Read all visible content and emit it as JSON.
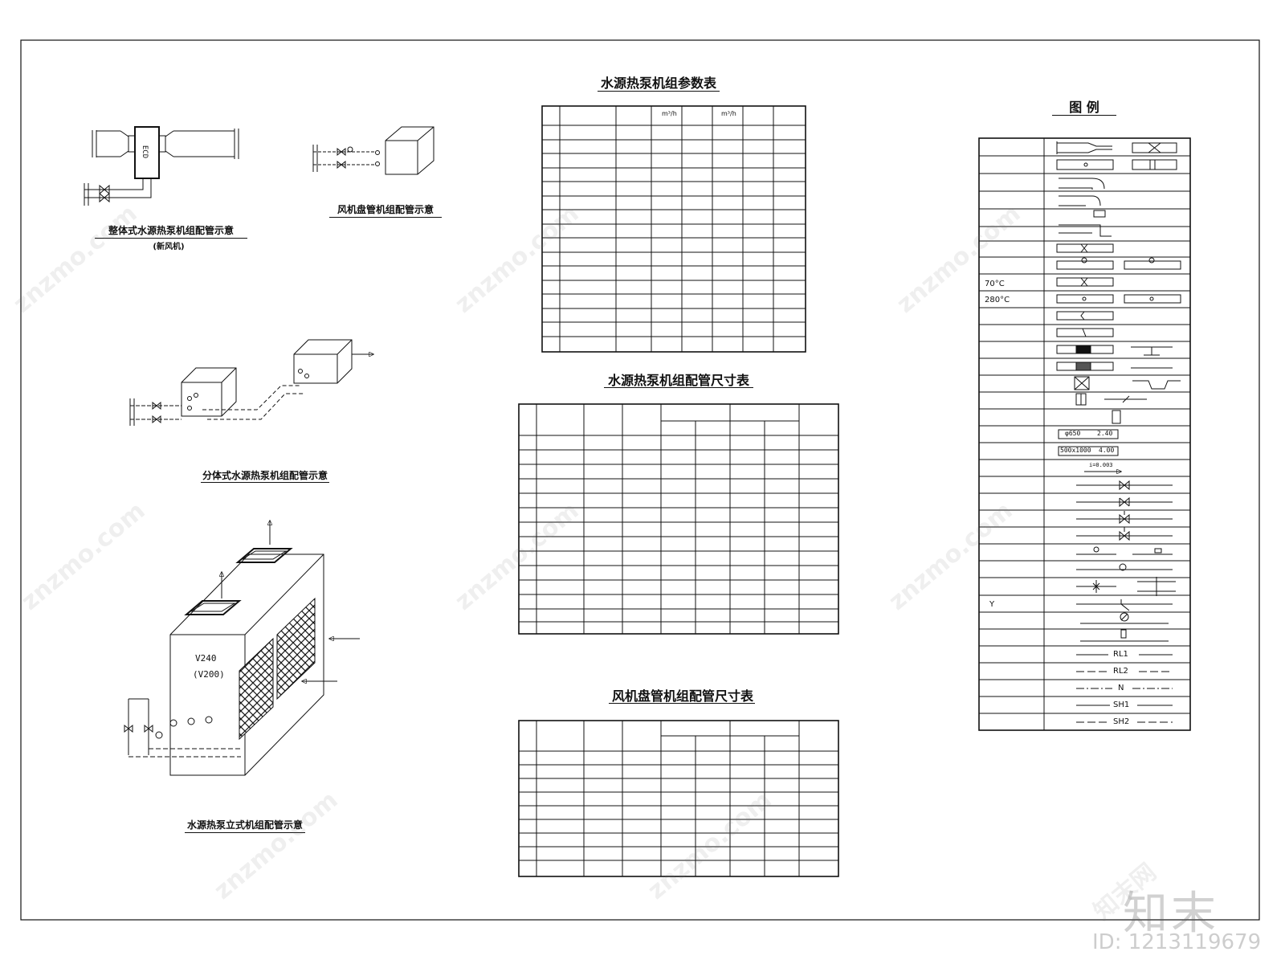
{
  "titles": {
    "integrated_unit": "整体式水源热泵机组配管示意",
    "integrated_unit_sub": "(新风机)",
    "fan_coil": "风机盘管机组配管示意",
    "split_unit": "分体式水源热泵机组配管示意",
    "vertical_unit": "水源热泵立式机组配管示意",
    "param_table": "水源热泵机组参数表",
    "pipe_size_table": "水源热泵机组配管尺寸表",
    "fcu_pipe_table": "风机盘管机组配管尺寸表",
    "legend": "图  例"
  },
  "unit_labels": {
    "integrated_unit_tag": "ECD",
    "vertical_model": "V240",
    "vertical_model_alt": "(V200)"
  },
  "param_table": {
    "flow_unit_1": "m³/h",
    "flow_unit_2": "m³/h"
  },
  "legend": {
    "temp_70": "70°C",
    "temp_280": "280°C",
    "y_filter": "Y",
    "duct_round": "φ650",
    "duct_round_elev": "2.40",
    "duct_rect": "500x1000",
    "duct_rect_elev": "4.00",
    "slope": "i=0.003",
    "line_rl1": "RL1",
    "line_rl2": "RL2",
    "line_n": "N",
    "line_sh1": "SH1",
    "line_sh2": "SH2"
  },
  "watermark": {
    "site": "znzmo.com",
    "brand": "知末网",
    "logo": "知末",
    "id_text": "ID: 1213119679"
  }
}
